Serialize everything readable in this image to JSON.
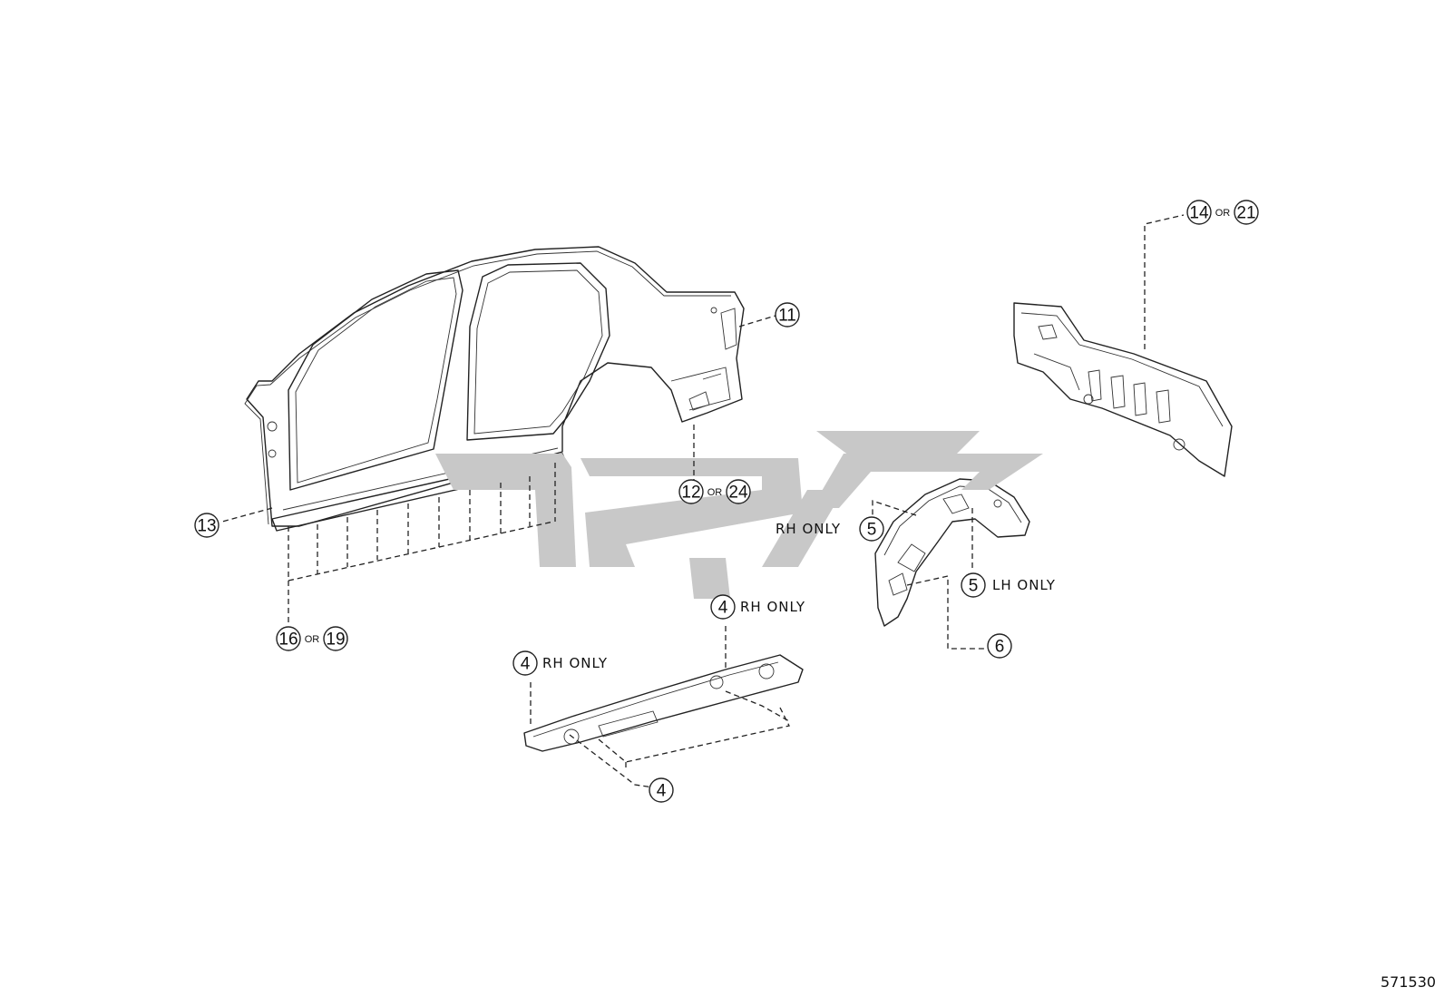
{
  "diagram": {
    "id": "571530",
    "callouts": {
      "c11": "11",
      "c12": "12",
      "c24": "24",
      "c13": "13",
      "c14": "14",
      "c21": "21",
      "c16": "16",
      "c19": "19",
      "c5a": "5",
      "c5b": "5",
      "c6": "6",
      "c4a": "4",
      "c4b": "4",
      "c4c": "4"
    },
    "or_label": "OR",
    "notes": {
      "rh_only_5": "RH ONLY",
      "lh_only_5": "LH ONLY",
      "rh_only_4a": "RH ONLY",
      "rh_only_4b": "RH ONLY"
    }
  },
  "colors": {
    "line": "#222222",
    "watermark": "#c8c8c8",
    "background": "#ffffff"
  }
}
